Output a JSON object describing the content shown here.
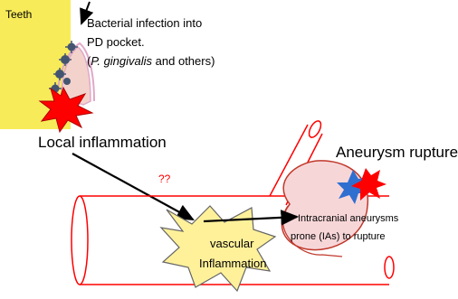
{
  "labels": {
    "teeth": "Teeth",
    "infection_line1": "Bacterial infection into",
    "infection_line2": "PD pocket.",
    "infection_line3_open": "(",
    "infection_line3_species": "P. gingivalis",
    "infection_line3_rest": " and others)",
    "local_inflammation": "Local inflammation",
    "unknown_link": "??",
    "aneurysm_rupture": "Aneurysm rupture",
    "ias_line1": "Intracranial aneurysms",
    "ias_line2": "prone (IAs) to rupture",
    "vascular_line1": "vascular",
    "vascular_line2": "Inflammation"
  },
  "colors": {
    "teeth_block": "#f7eb5a",
    "gum_outline": "#e0a8c8",
    "tooth_fill": "#f3d2cc",
    "vessel_outline": "#ff0000",
    "aneurysm_fill": "#f7d6d8",
    "burst_red": "#ff0000",
    "burst_blue": "#2f6fd0",
    "vascular_star": "#fff19a",
    "bacteria": "#445571",
    "unknown_link": "#ff0000"
  },
  "icons": {
    "bacteria": "bacteria-icon",
    "rupture": "rupture-burst-icon",
    "inflammation": "inflammation-burst-icon"
  }
}
